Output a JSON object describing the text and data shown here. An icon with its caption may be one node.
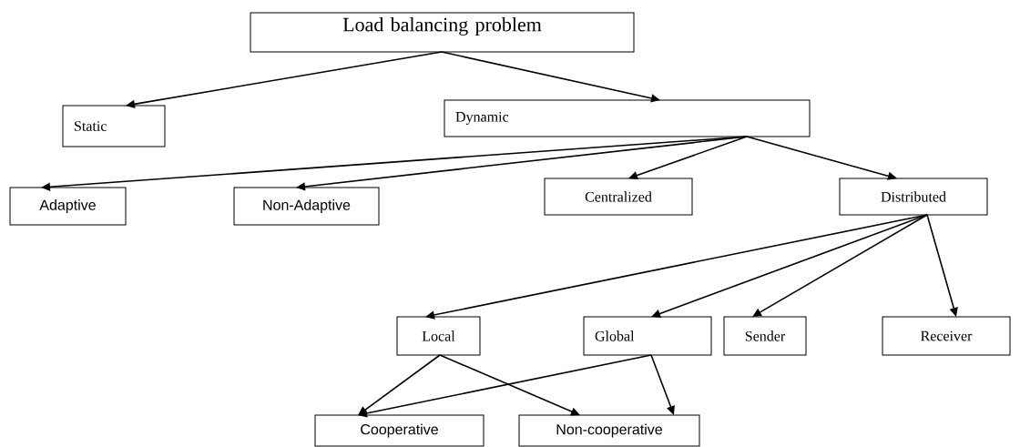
{
  "diagram": {
    "nodes": [
      {
        "text": [
          "Load balancing problem"
        ]
      },
      {
        "text": [
          "Static"
        ]
      },
      {
        "text": [
          "Dynamic"
        ]
      },
      {
        "text": [
          "Adaptive"
        ]
      },
      {
        "text": [
          "Non-Adaptive"
        ]
      },
      {
        "text": [
          "Centralized"
        ]
      },
      {
        "text": [
          "Distributed"
        ]
      },
      {
        "text": [
          "Local"
        ]
      },
      {
        "text": [
          "Global"
        ]
      },
      {
        "text": [
          "Sender"
        ]
      },
      {
        "text": [
          "Receiver"
        ]
      },
      {
        "text": [
          "Cooperative"
        ]
      },
      {
        "text": [
          "Non-cooperative"
        ]
      }
    ],
    "edges": [
      {
        "from": 0,
        "to": 1,
        "arrow": "to"
      },
      {
        "from": 0,
        "to": 2,
        "arrow": "to"
      },
      {
        "from": 2,
        "to": 3,
        "arrow": "to"
      },
      {
        "from": 2,
        "to": 4,
        "arrow": "to"
      },
      {
        "from": 2,
        "to": 5,
        "arrow": "to"
      },
      {
        "from": 2,
        "to": 6,
        "arrow": "to"
      },
      {
        "from": 6,
        "to": 7,
        "arrow": "to"
      },
      {
        "from": 6,
        "to": 8,
        "arrow": "to"
      },
      {
        "from": 6,
        "to": 9,
        "arrow": "to"
      },
      {
        "from": 6,
        "to": 10,
        "arrow": "to"
      },
      {
        "from": 7,
        "to": 11,
        "arrow": "to"
      },
      {
        "from": 7,
        "to": 12,
        "arrow": "to"
      },
      {
        "from": 8,
        "to": 11,
        "arrow": "to"
      },
      {
        "from": 8,
        "to": 12,
        "arrow": "to"
      }
    ]
  }
}
